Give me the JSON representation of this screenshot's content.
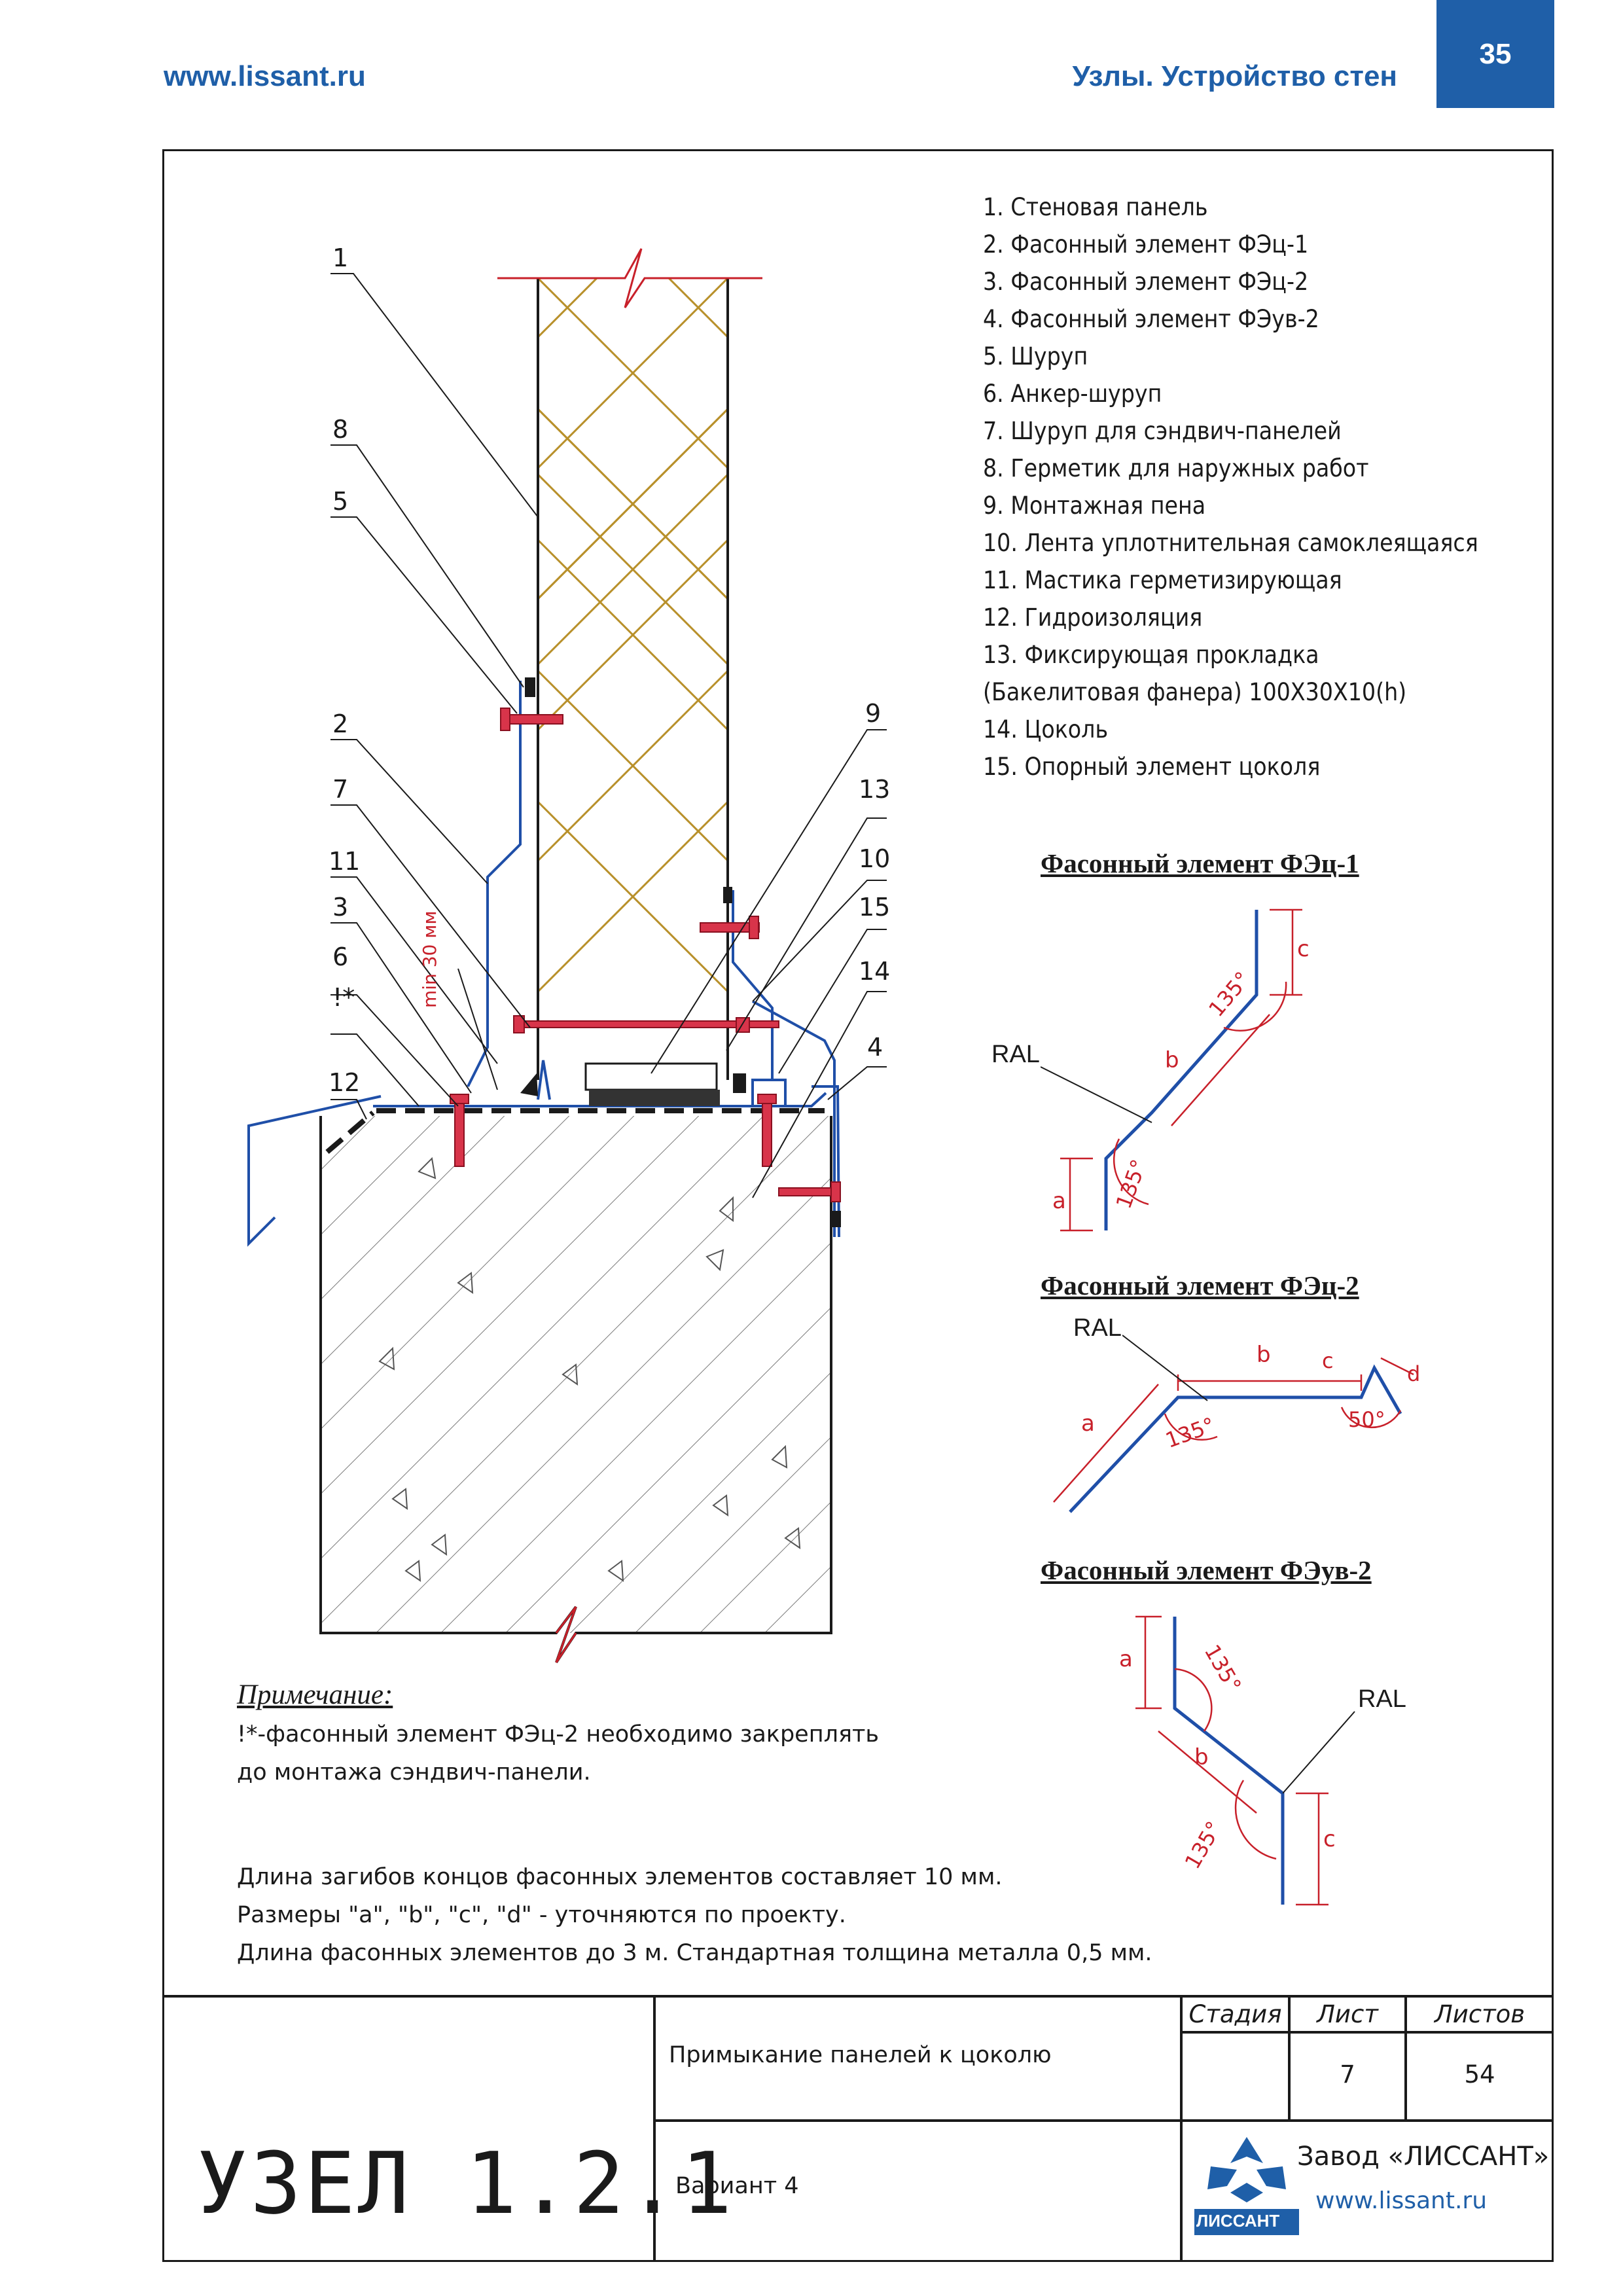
{
  "header": {
    "url": "www.lissant.ru",
    "title": "Узлы. Устройство стен",
    "page_number": "35"
  },
  "legend": [
    "1. Стеновая панель",
    "2. Фасонный элемент ФЭц-1",
    "3. Фасонный элемент ФЭц-2",
    "4. Фасонный элемент ФЭув-2",
    "5. Шуруп",
    "6. Анкер-шуруп",
    "7. Шуруп для сэндвич-панелей",
    "8. Герметик для наружных работ",
    "9. Монтажная пена",
    "10. Лента уплотнительная самоклеящаяся",
    "11. Мастика герметизирующая",
    "12. Гидроизоляция",
    "13. Фиксирующая прокладка",
    "(Бакелитовая фанера) 100X30X10(h)",
    "14. Цоколь",
    "15. Опорный элемент цоколя"
  ],
  "callouts": {
    "c1": "1",
    "c8": "8",
    "c5": "5",
    "c2": "2",
    "c7": "7",
    "c11": "11",
    "c3": "3",
    "c6": "6",
    "cstar": "!*",
    "c12": "12",
    "c9": "9",
    "c13": "13",
    "c10": "10",
    "c15": "15",
    "c14": "14",
    "c4": "4",
    "min": "min 30 мм"
  },
  "details": {
    "fe1": {
      "title": "Фасонный элемент ФЭц-1",
      "ral": "RAL",
      "angle1": "135°",
      "angle2": "135°",
      "a": "a",
      "b": "b",
      "c": "c"
    },
    "fe2": {
      "title": "Фасонный элемент ФЭц-2",
      "ral": "RAL",
      "angle1": "135°",
      "angle2": "50°",
      "a": "a",
      "b": "b",
      "c": "c",
      "d": "d"
    },
    "fe3": {
      "title": "Фасонный элемент ФЭув-2",
      "ral": "RAL",
      "angle1": "135°",
      "angle2": "135°",
      "a": "a",
      "b": "b",
      "c": "c"
    }
  },
  "note": {
    "heading": "Примечание:",
    "line1": "!*-фасонный элемент ФЭц-2 необходимо закреплять",
    "line2": "до монтажа сэндвич-панели."
  },
  "general": {
    "line1": "Длина загибов концов фасонных элементов составляет 10 мм.",
    "line2": "Размеры \"a\", \"b\", \"c\", \"d\" - уточняются по проекту.",
    "line3": "Длина фасонных элементов до 3 м. Стандартная толщина металла 0,5 мм."
  },
  "stamp": {
    "node": "УЗЕЛ 1.2.1",
    "title": "Примыкание панелей к цоколю",
    "variant": "Вариант 4",
    "stage_h": "Стадия",
    "sheet_h": "Лист",
    "sheets_h": "Листов",
    "stage_v": "",
    "sheet_v": "7",
    "sheets_v": "54",
    "company": "Завод «ЛИССАНТ»",
    "company_url": "www.lissant.ru",
    "logo_text": "ЛИССАНТ"
  },
  "colors": {
    "accent": "#1f5fa8",
    "panel_mesh": "#b8902a",
    "flashing": "#1f4fa8",
    "screw": "#d8344a",
    "line": "#1a1a1a"
  }
}
